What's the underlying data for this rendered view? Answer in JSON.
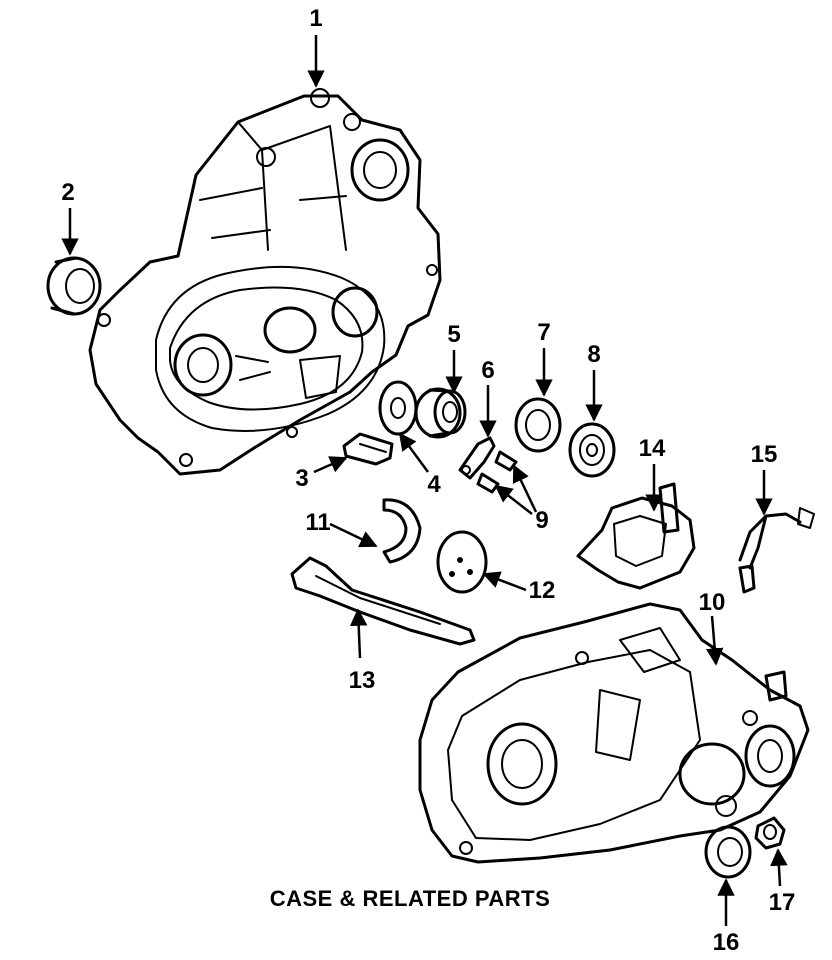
{
  "caption": "CASE & RELATED PARTS",
  "callouts": {
    "c1": "1",
    "c2": "2",
    "c3": "3",
    "c4": "4",
    "c5": "5",
    "c6": "6",
    "c7": "7",
    "c8": "8",
    "c9": "9",
    "c10": "10",
    "c11": "11",
    "c12": "12",
    "c13": "13",
    "c14": "14",
    "c15": "15",
    "c16": "16",
    "c17": "17"
  }
}
